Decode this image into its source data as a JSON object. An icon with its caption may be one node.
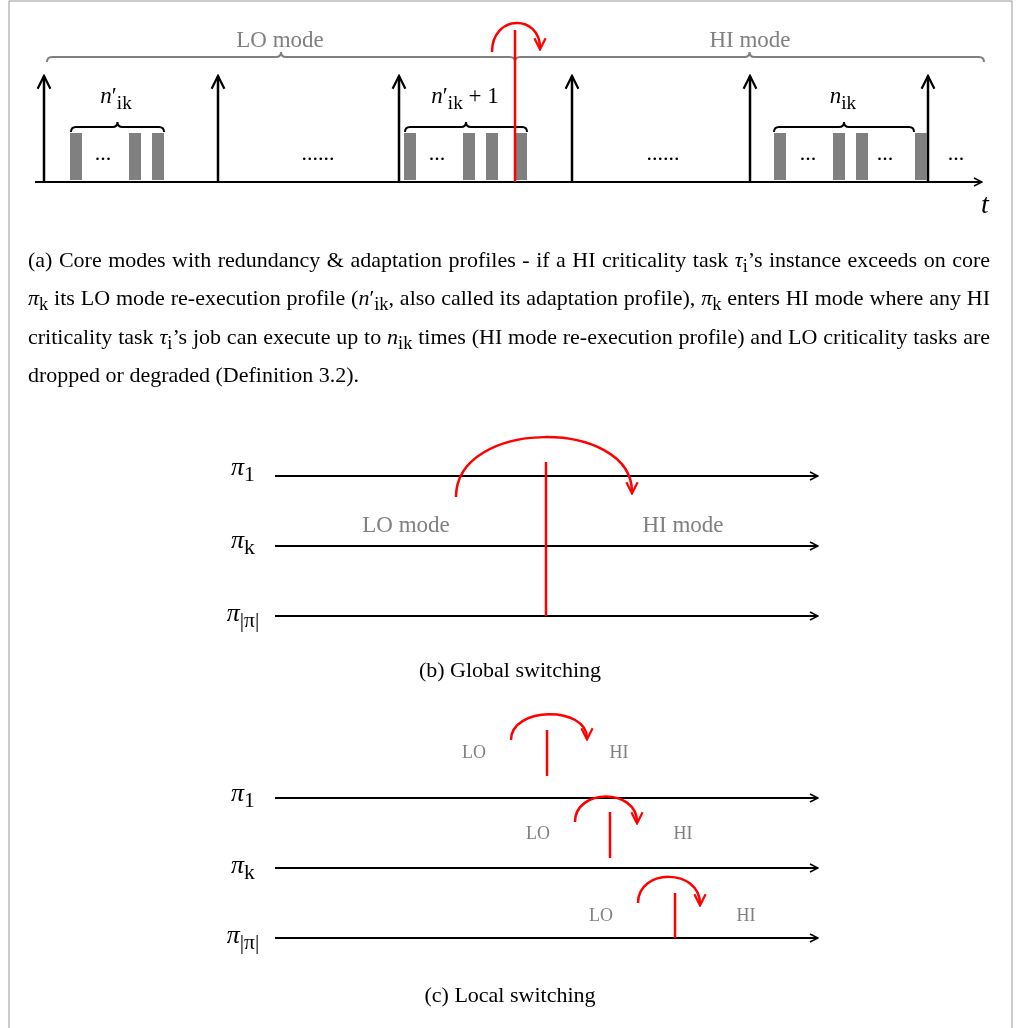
{
  "diagram": {
    "labels": [
      "LO mode",
      "HI mode",
      "*n*′$_{ik}$",
      "*n*′$_{ik}$ + 1",
      "*n*$_{ik}$",
      "...",
      "......",
      "...",
      "......",
      "...",
      "...",
      "...",
      "t",
      "(a) Core modes with redundancy & adaptation profiles - if a HI criticality task *τ*$_{i}$’s instance exceeds on core *π*$_{k}$ its LO mode re-execution profile (*n*′$_{ik}$, also called its adaptation profile), *π*$_{k}$ enters HI mode where any HI criticality task *τ*$_{i}$’s job can execute up to *n*$_{ik}$ times (HI mode re-execution profile) and LO criticality tasks are dropped or degraded (Definition 3.2).",
      "*π*$_{1}$",
      "LO mode",
      "HI mode",
      "*π*$_{k}$",
      "*π*$_{|π|}$",
      "(b) Global switching",
      "LO",
      "HI",
      "*π*$_{1}$",
      "LO",
      "HI",
      "*π*$_{k}$",
      "LO",
      "HI",
      "*π*$_{|π|}$",
      "(c) Local switching"
    ]
  }
}
